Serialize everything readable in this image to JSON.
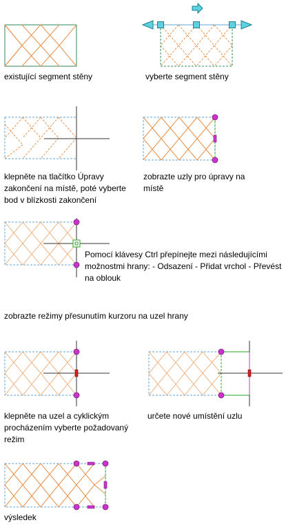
{
  "steps": [
    {
      "caption": "existující segment stěny"
    },
    {
      "caption": "vyberte segment stěny"
    },
    {
      "caption": "klepněte na tlačítko Úpravy zakončení na místě, poté vyberte bod v blízkosti zakončení"
    },
    {
      "caption": "zobrazte uzly pro úpravy na místě"
    },
    {
      "caption": "Pomocí klávesy Ctrl přepínejte mezi následujícími možnostmi hrany: - Odsazení - Přidat vrchol - Převést na oblouk"
    },
    {
      "caption": "zobrazte režimy přesunutím kurzoru na uzel hrany"
    },
    {
      "caption": "klepněte na uzel a cyklickým procházením vyberte požadovaný režim"
    },
    {
      "caption": "určete nové umístění uzlu"
    },
    {
      "caption": "výsledek"
    }
  ],
  "colors": {
    "hatch": "#e8914a",
    "wall_outline": "#2e8b57",
    "selection_dash": "#5fa6d6",
    "grip_fill": "#5fd0e0",
    "node_fill": "#cc33cc",
    "crosshair": "#333333",
    "rubber_band": "#22aa22",
    "grip_active": "#cc2222"
  }
}
